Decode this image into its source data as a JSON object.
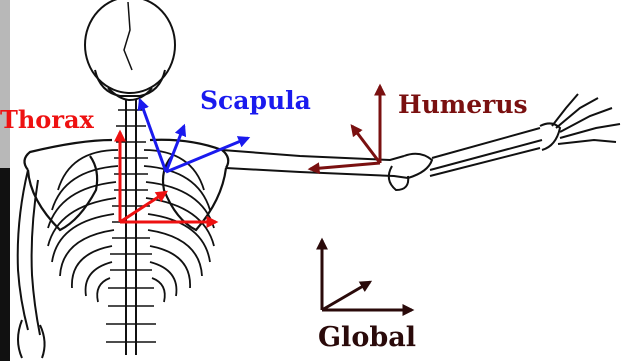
{
  "labels": {
    "thorax": "Thorax",
    "scapula": "Scapula",
    "humerus": "Humerus",
    "global": "Global"
  },
  "colors": {
    "thorax": "#ee1111",
    "scapula": "#1a1aee",
    "humerus": "#7a1010",
    "global": "#2a0a0a",
    "skeleton": "#111111"
  }
}
